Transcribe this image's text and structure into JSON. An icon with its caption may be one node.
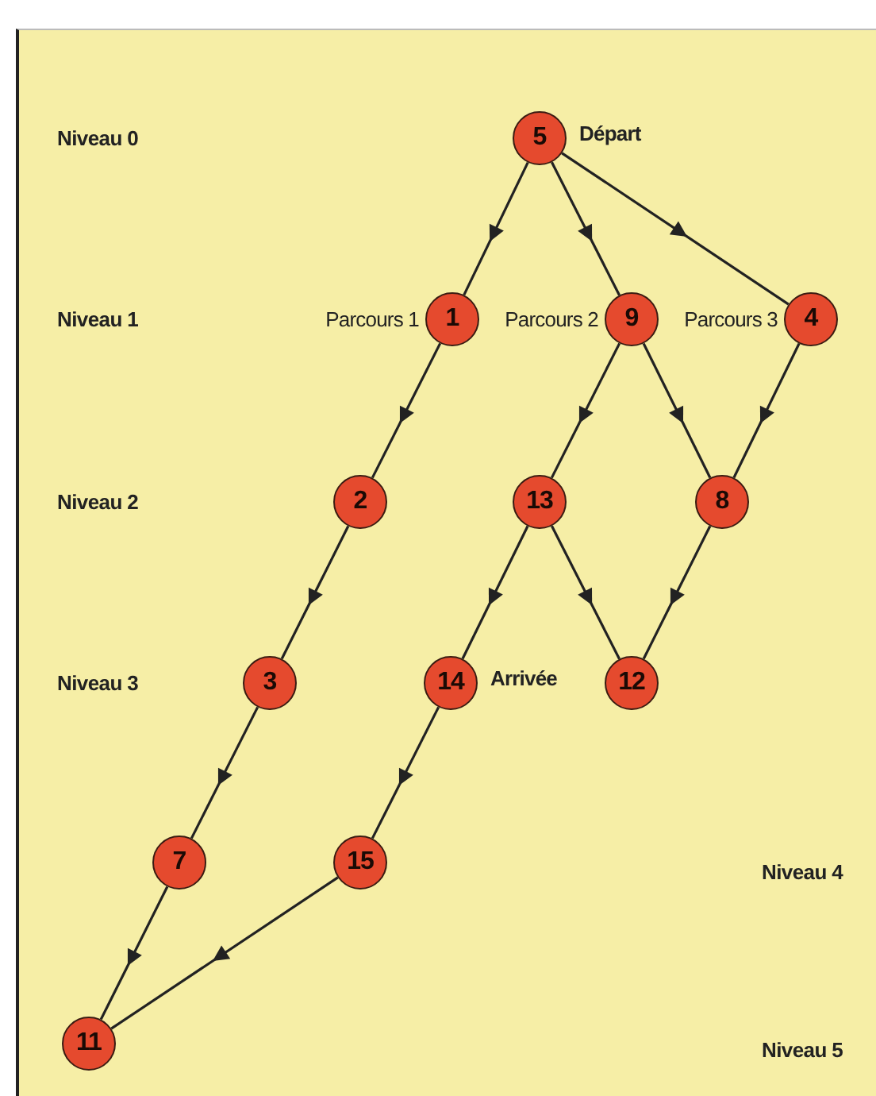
{
  "diagram": {
    "nodes": [
      {
        "text": [
          "5"
        ],
        "beside": [
          "Départ"
        ]
      },
      {
        "text": [
          "1"
        ],
        "beside": [
          "Parcours 1"
        ]
      },
      {
        "text": [
          "9"
        ],
        "beside": [
          "Parcours 2"
        ]
      },
      {
        "text": [
          "4"
        ],
        "beside": [
          "Parcours 3"
        ]
      },
      {
        "text": [
          "2"
        ]
      },
      {
        "text": [
          "13"
        ]
      },
      {
        "text": [
          "8"
        ]
      },
      {
        "text": [
          "3"
        ]
      },
      {
        "text": [
          "14"
        ],
        "beside": [
          "Arrivée"
        ]
      },
      {
        "text": [
          "12"
        ]
      },
      {
        "text": [
          "7"
        ]
      },
      {
        "text": [
          "15"
        ]
      },
      {
        "text": [
          "11"
        ]
      }
    ],
    "edges": [
      {
        "from": 0,
        "to": 1,
        "arrow": "to"
      },
      {
        "from": 0,
        "to": 2,
        "arrow": "to"
      },
      {
        "from": 0,
        "to": 3,
        "arrow": "to"
      },
      {
        "from": 1,
        "to": 4,
        "arrow": "to"
      },
      {
        "from": 2,
        "to": 5,
        "arrow": "to"
      },
      {
        "from": 2,
        "to": 6,
        "arrow": "to"
      },
      {
        "from": 3,
        "to": 6,
        "arrow": "to"
      },
      {
        "from": 4,
        "to": 7,
        "arrow": "to"
      },
      {
        "from": 5,
        "to": 8,
        "arrow": "to"
      },
      {
        "from": 5,
        "to": 9,
        "arrow": "to"
      },
      {
        "from": 6,
        "to": 9,
        "arrow": "to"
      },
      {
        "from": 7,
        "to": 10,
        "arrow": "to"
      },
      {
        "from": 8,
        "to": 11,
        "arrow": "to"
      },
      {
        "from": 10,
        "to": 12,
        "arrow": "to"
      },
      {
        "from": 11,
        "to": 12,
        "arrow": "to"
      }
    ],
    "labels": [
      "Niveau 0",
      "Niveau 1",
      "Niveau 2",
      "Niveau 3",
      "Niveau 4",
      "Niveau 5"
    ]
  }
}
